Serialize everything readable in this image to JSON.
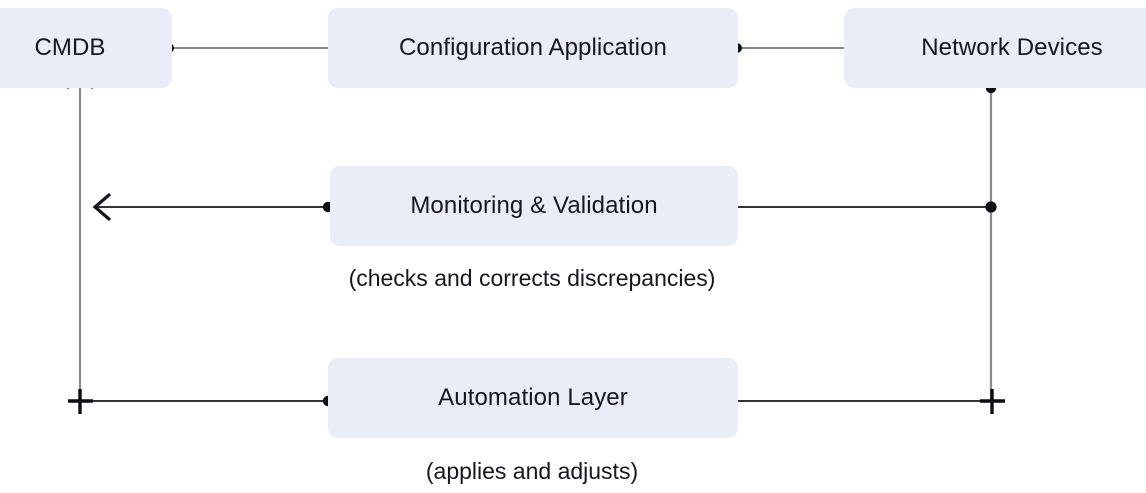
{
  "diagram": {
    "type": "flow-diagram",
    "background_color": "#ffffff",
    "node_fill_color": "#e8edf8",
    "text_color": "#16161f",
    "wire_color": "#8a8a8a",
    "arrow_color": "#1a1a1a",
    "nodes": [
      {
        "id": "cmdb",
        "label": "CMDB"
      },
      {
        "id": "configapp",
        "label": "Configuration Application"
      },
      {
        "id": "netdev",
        "label": "Network Devices"
      },
      {
        "id": "monitor",
        "label": "Monitoring & Validation"
      },
      {
        "id": "automation",
        "label": "Automation Layer"
      }
    ],
    "captions": [
      {
        "id": "monitor-caption",
        "text": "(checks and corrects discrepancies)"
      },
      {
        "id": "automation-caption",
        "text": "(applies and adjusts)"
      }
    ],
    "edges": [
      {
        "from": "cmdb",
        "to": "configapp",
        "direction": "right",
        "start_marker": "dot",
        "end_marker": "chevron"
      },
      {
        "from": "configapp",
        "to": "netdev",
        "direction": "right",
        "start_marker": "dot",
        "end_marker": "chevron"
      },
      {
        "from": "netdev",
        "to": "monitor",
        "direction": "left",
        "start_marker": "dot",
        "end_marker": "chevron"
      },
      {
        "from": "monitor",
        "to": "cmdb",
        "direction": "left",
        "start_marker": "dot",
        "end_marker": "chevron"
      },
      {
        "from": "netdev",
        "to": "automation",
        "direction": "left",
        "start_marker": "plus",
        "end_marker": "chevron"
      },
      {
        "from": "automation",
        "to": "cmdb",
        "direction": "left",
        "start_marker": "dot",
        "end_marker": "plus"
      },
      {
        "from": "automation",
        "to": "cmdb",
        "direction": "up",
        "start_marker": "plus",
        "end_marker": "chevron"
      }
    ]
  }
}
